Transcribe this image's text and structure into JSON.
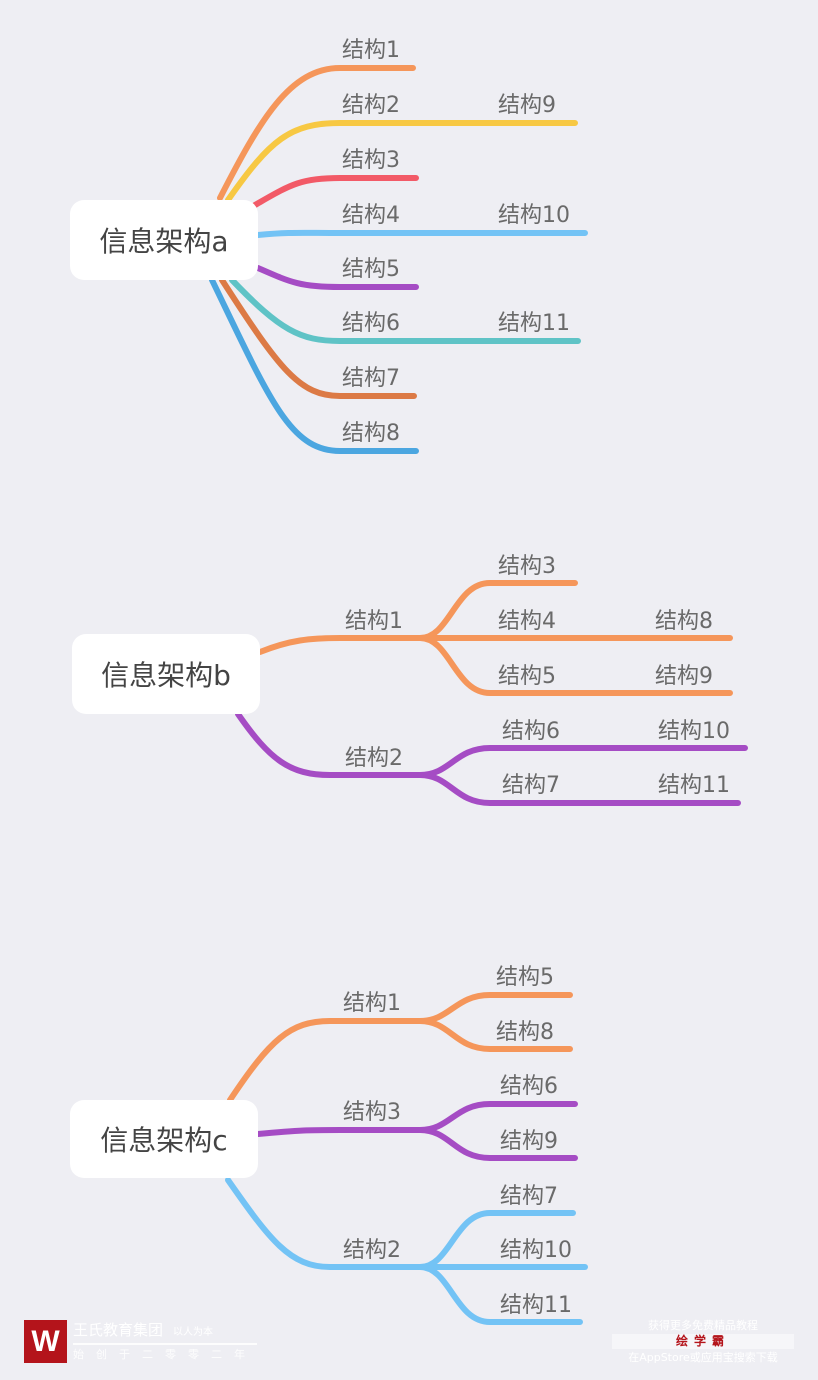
{
  "colors": {
    "orange": "#F5965A",
    "yellow": "#F7C843",
    "red": "#F25A67",
    "light_blue": "#73C3F5",
    "purple": "#A54CC4",
    "teal": "#5FC3C6",
    "dark_orange": "#DC7A45",
    "blue": "#4BA6E0"
  },
  "diagram_a": {
    "root": "信息架构a",
    "branches": [
      "结构1",
      "结构2",
      "结构3",
      "结构4",
      "结构5",
      "结构6",
      "结构7",
      "结构8"
    ],
    "sub": {
      "s9": "结构9",
      "s10": "结构10",
      "s11": "结构11"
    }
  },
  "diagram_b": {
    "root": "信息架构b",
    "b1": "结构1",
    "b2": "结构2",
    "c3": "结构3",
    "c4": "结构4",
    "c5": "结构5",
    "c6": "结构6",
    "c7": "结构7",
    "c8": "结构8",
    "c9": "结构9",
    "c10": "结构10",
    "c11": "结构11"
  },
  "diagram_c": {
    "root": "信息架构c",
    "b1": "结构1",
    "b3": "结构3",
    "b2": "结构2",
    "c5": "结构5",
    "c8": "结构8",
    "c6": "结构6",
    "c9": "结构9",
    "c7": "结构7",
    "c10": "结构10",
    "c11": "结构11"
  },
  "watermark_left": {
    "logo": "W",
    "name": "王氏教育集团",
    "slogan": "以人为本",
    "since": "始创于二零零二年"
  },
  "watermark_right": {
    "line1": "获得更多免费精品教程",
    "brand": "绘学霸",
    "line3": "在AppStore或应用宝搜索下载"
  }
}
